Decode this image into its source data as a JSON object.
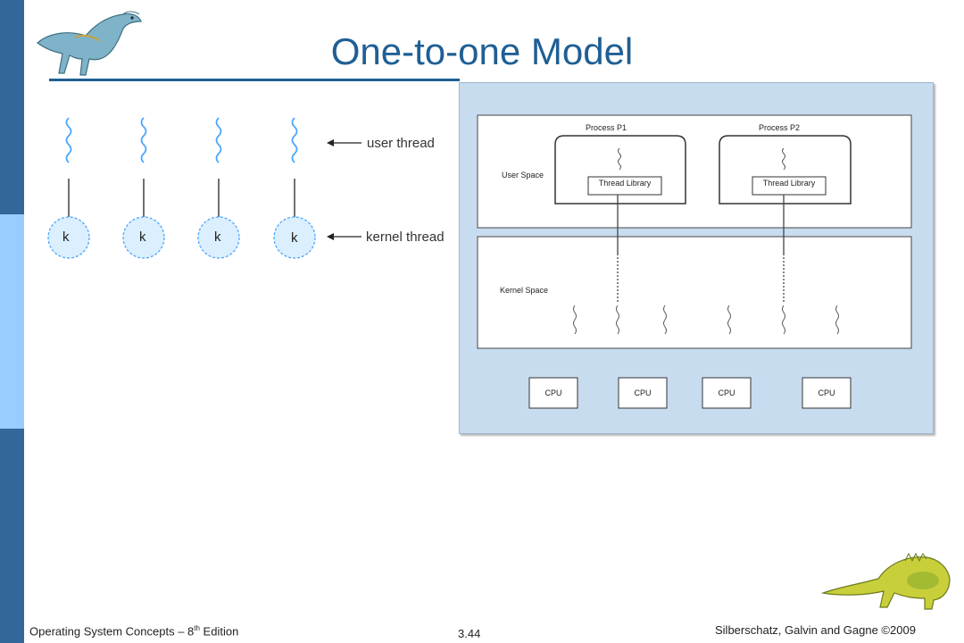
{
  "slide": {
    "title": "One-to-one Model",
    "colors": {
      "sidebar_dark": "#336699",
      "sidebar_light": "#99ccff",
      "title": "#1f5f94",
      "thread": "#4da6ff",
      "kernel_fill": "#dcefff"
    }
  },
  "left_diagram": {
    "user_thread_label": "user thread",
    "kernel_thread_label": "kernel thread",
    "kernel_nodes": [
      "k",
      "k",
      "k",
      "k"
    ]
  },
  "right_diagram": {
    "user_space_label": "User Space",
    "kernel_space_label": "Kernel Space",
    "processes": [
      {
        "name": "Process P1",
        "library": "Thread Library"
      },
      {
        "name": "Process P2",
        "library": "Thread Library"
      }
    ],
    "cpus": [
      "CPU",
      "CPU",
      "CPU",
      "CPU"
    ]
  },
  "footer": {
    "left_main": "Operating System Concepts – 8",
    "left_sup": "th",
    "left_tail": " Edition",
    "page": "3.44",
    "right": "Silberschatz, Galvin and Gagne ©2009"
  },
  "icons": {
    "top_logo": "dinosaur-icon",
    "bottom_logo": "dinosaur-icon"
  }
}
